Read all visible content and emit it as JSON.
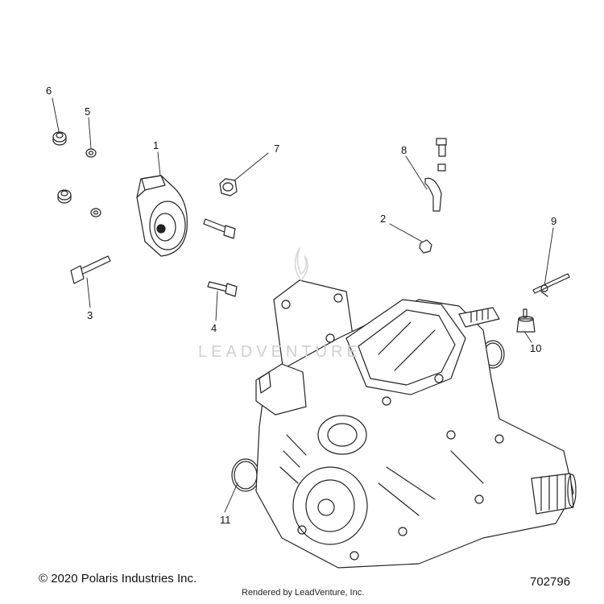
{
  "callouts": {
    "c1": "1",
    "c2": "2",
    "c3": "3",
    "c4": "4",
    "c5": "5",
    "c6": "6",
    "c7": "7",
    "c8": "8",
    "c9": "9",
    "c10": "10",
    "c11": "11"
  },
  "watermark": "LEADVENTURE",
  "footer": {
    "copyright": "© 2020 Polaris Industries Inc.",
    "rendered_by": "Rendered by LeadVenture, Inc.",
    "ref_number": "702796"
  },
  "colors": {
    "line": "#222222",
    "watermark": "#cfcfcf"
  }
}
